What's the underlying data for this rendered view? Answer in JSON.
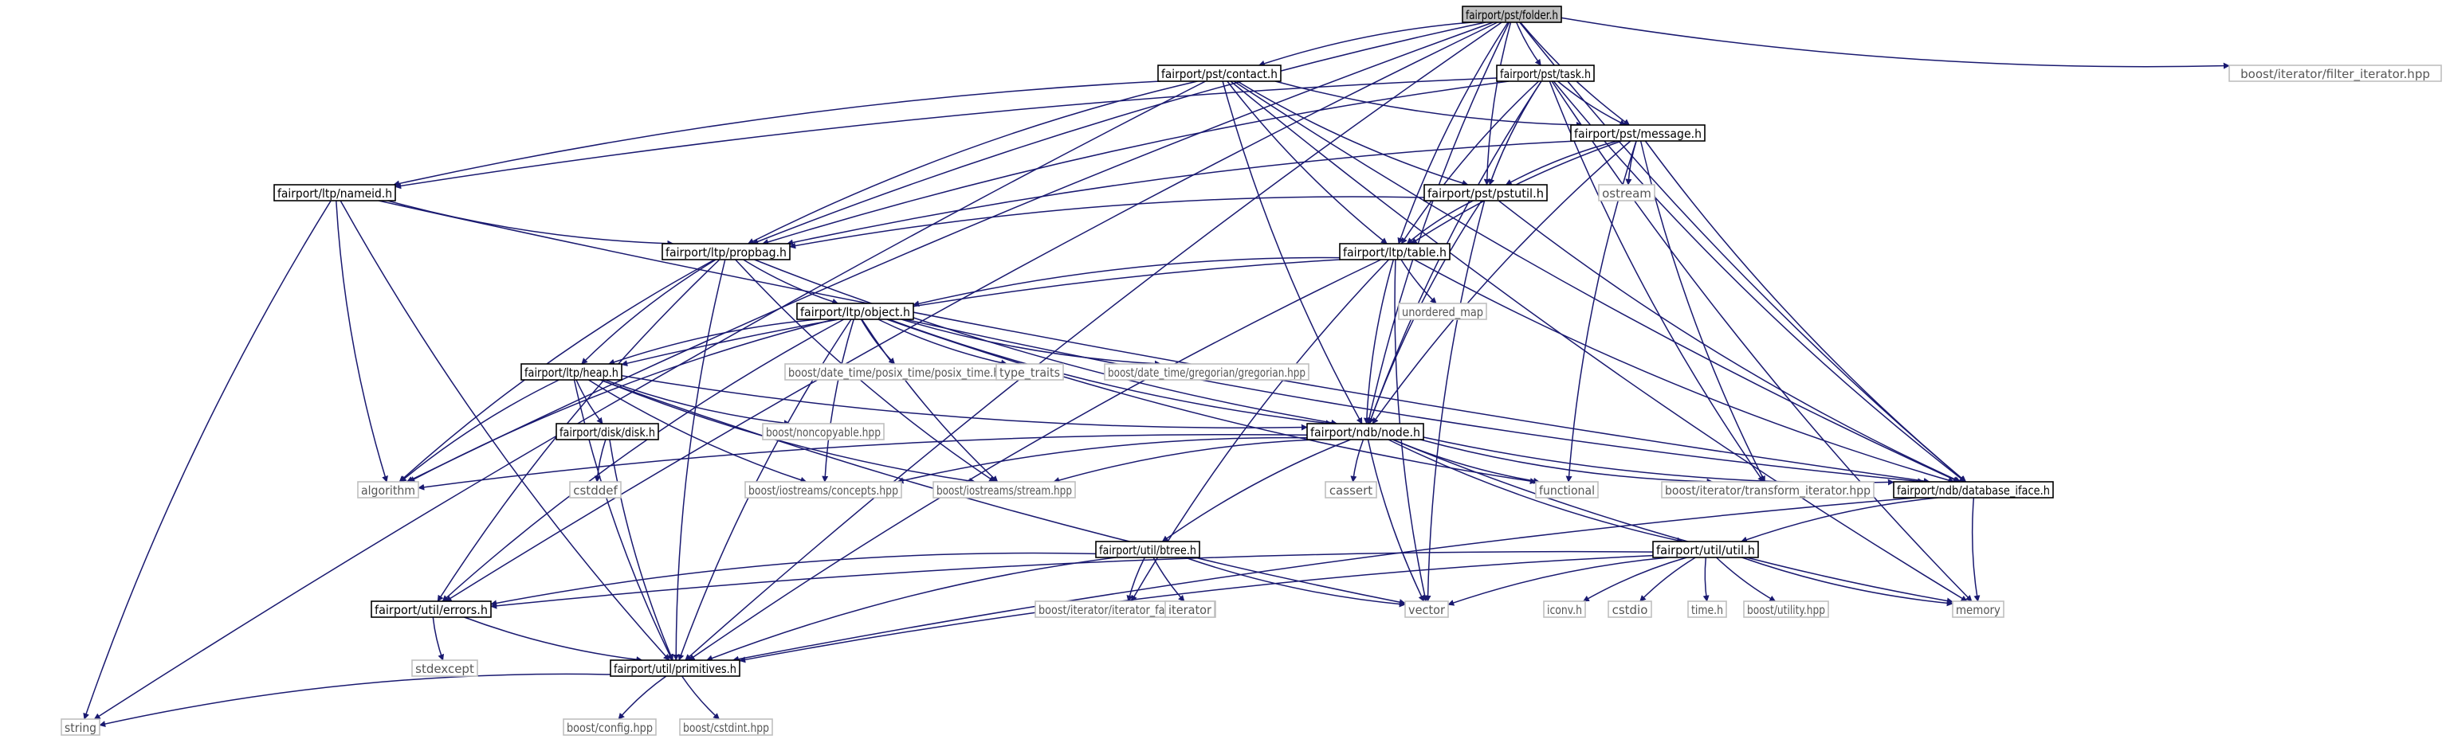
{
  "diagram": {
    "title": "fairport/pst/folder.h",
    "colors": {
      "edge": "#191970",
      "root_fill": "#bfbfbf",
      "node_border": "#000000",
      "external_border": "#bfbfbf",
      "external_text": "#555555",
      "text": "#000000"
    },
    "nodes": [
      {
        "id": "folder",
        "label": "fairport/pst/folder.h",
        "kind": "root"
      },
      {
        "id": "contact",
        "label": "fairport/pst/contact.h",
        "kind": "header"
      },
      {
        "id": "task",
        "label": "fairport/pst/task.h",
        "kind": "header"
      },
      {
        "id": "filter_it",
        "label": "boost/iterator/filter_iterator.hpp",
        "kind": "external"
      },
      {
        "id": "message",
        "label": "fairport/pst/message.h",
        "kind": "header"
      },
      {
        "id": "nameid",
        "label": "fairport/ltp/nameid.h",
        "kind": "header"
      },
      {
        "id": "pstutil",
        "label": "fairport/pst/pstutil.h",
        "kind": "header"
      },
      {
        "id": "ostream",
        "label": "ostream",
        "kind": "external"
      },
      {
        "id": "propbag",
        "label": "fairport/ltp/propbag.h",
        "kind": "header"
      },
      {
        "id": "table",
        "label": "fairport/ltp/table.h",
        "kind": "header"
      },
      {
        "id": "object",
        "label": "fairport/ltp/object.h",
        "kind": "header"
      },
      {
        "id": "unordered_map",
        "label": "unordered_map",
        "kind": "external"
      },
      {
        "id": "heap",
        "label": "fairport/ltp/heap.h",
        "kind": "header"
      },
      {
        "id": "posix_time",
        "label": "boost/date_time/posix_time/posix_time.hpp",
        "kind": "external"
      },
      {
        "id": "type_traits",
        "label": "type_traits",
        "kind": "external"
      },
      {
        "id": "gregorian",
        "label": "boost/date_time/gregorian/gregorian.hpp",
        "kind": "external"
      },
      {
        "id": "disk",
        "label": "fairport/disk/disk.h",
        "kind": "header"
      },
      {
        "id": "noncopyable",
        "label": "boost/noncopyable.hpp",
        "kind": "external"
      },
      {
        "id": "node",
        "label": "fairport/ndb/node.h",
        "kind": "header"
      },
      {
        "id": "algorithm",
        "label": "algorithm",
        "kind": "external"
      },
      {
        "id": "cstddef",
        "label": "cstddef",
        "kind": "external"
      },
      {
        "id": "concepts",
        "label": "boost/iostreams/concepts.hpp",
        "kind": "external"
      },
      {
        "id": "stream",
        "label": "boost/iostreams/stream.hpp",
        "kind": "external"
      },
      {
        "id": "cassert",
        "label": "cassert",
        "kind": "external"
      },
      {
        "id": "functional",
        "label": "functional",
        "kind": "external"
      },
      {
        "id": "transform_it",
        "label": "boost/iterator/transform_iterator.hpp",
        "kind": "external"
      },
      {
        "id": "db_iface",
        "label": "fairport/ndb/database_iface.h",
        "kind": "header"
      },
      {
        "id": "btree",
        "label": "fairport/util/btree.h",
        "kind": "header"
      },
      {
        "id": "util",
        "label": "fairport/util/util.h",
        "kind": "header"
      },
      {
        "id": "errors",
        "label": "fairport/util/errors.h",
        "kind": "header"
      },
      {
        "id": "iter_facade",
        "label": "boost/iterator/iterator_facade.hpp",
        "kind": "external"
      },
      {
        "id": "iterator",
        "label": "iterator",
        "kind": "external"
      },
      {
        "id": "vector",
        "label": "vector",
        "kind": "external"
      },
      {
        "id": "iconv",
        "label": "iconv.h",
        "kind": "external"
      },
      {
        "id": "cstdio",
        "label": "cstdio",
        "kind": "external"
      },
      {
        "id": "time_h",
        "label": "time.h",
        "kind": "external"
      },
      {
        "id": "utility",
        "label": "boost/utility.hpp",
        "kind": "external"
      },
      {
        "id": "memory",
        "label": "memory",
        "kind": "external"
      },
      {
        "id": "stdexcept",
        "label": "stdexcept",
        "kind": "external"
      },
      {
        "id": "primitives",
        "label": "fairport/util/primitives.h",
        "kind": "header"
      },
      {
        "id": "string",
        "label": "string",
        "kind": "external"
      },
      {
        "id": "config",
        "label": "boost/config.hpp",
        "kind": "external"
      },
      {
        "id": "cstdint",
        "label": "boost/cstdint.hpp",
        "kind": "external"
      }
    ],
    "edges": [
      [
        "folder",
        "contact"
      ],
      [
        "folder",
        "task"
      ],
      [
        "folder",
        "filter_it"
      ],
      [
        "folder",
        "message"
      ],
      [
        "folder",
        "pstutil"
      ],
      [
        "folder",
        "table"
      ],
      [
        "folder",
        "propbag"
      ],
      [
        "folder",
        "algorithm"
      ],
      [
        "folder",
        "errors"
      ],
      [
        "folder",
        "primitives"
      ],
      [
        "folder",
        "db_iface"
      ],
      [
        "folder",
        "node"
      ],
      [
        "contact",
        "message"
      ],
      [
        "contact",
        "pstutil"
      ],
      [
        "contact",
        "nameid"
      ],
      [
        "contact",
        "propbag"
      ],
      [
        "contact",
        "table"
      ],
      [
        "contact",
        "node"
      ],
      [
        "contact",
        "db_iface"
      ],
      [
        "contact",
        "memory"
      ],
      [
        "contact",
        "string"
      ],
      [
        "task",
        "message"
      ],
      [
        "task",
        "pstutil"
      ],
      [
        "task",
        "nameid"
      ],
      [
        "task",
        "table"
      ],
      [
        "task",
        "propbag"
      ],
      [
        "task",
        "node"
      ],
      [
        "task",
        "db_iface"
      ],
      [
        "task",
        "transform_it"
      ],
      [
        "task",
        "memory"
      ],
      [
        "message",
        "pstutil"
      ],
      [
        "message",
        "table"
      ],
      [
        "message",
        "propbag"
      ],
      [
        "message",
        "ostream"
      ],
      [
        "message",
        "node"
      ],
      [
        "message",
        "db_iface"
      ],
      [
        "message",
        "functional"
      ],
      [
        "message",
        "transform_it"
      ],
      [
        "nameid",
        "propbag"
      ],
      [
        "nameid",
        "db_iface"
      ],
      [
        "nameid",
        "algorithm"
      ],
      [
        "nameid",
        "string"
      ],
      [
        "nameid",
        "primitives"
      ],
      [
        "pstutil",
        "table"
      ],
      [
        "pstutil",
        "propbag"
      ],
      [
        "pstutil",
        "db_iface"
      ],
      [
        "pstutil",
        "node"
      ],
      [
        "pstutil",
        "vector"
      ],
      [
        "propbag",
        "object"
      ],
      [
        "propbag",
        "heap"
      ],
      [
        "propbag",
        "node"
      ],
      [
        "propbag",
        "algorithm"
      ],
      [
        "propbag",
        "errors"
      ],
      [
        "propbag",
        "primitives"
      ],
      [
        "propbag",
        "stream"
      ],
      [
        "table",
        "object"
      ],
      [
        "table",
        "heap"
      ],
      [
        "table",
        "unordered_map"
      ],
      [
        "table",
        "node"
      ],
      [
        "table",
        "db_iface"
      ],
      [
        "table",
        "iter_facade"
      ],
      [
        "table",
        "vector"
      ],
      [
        "table",
        "primitives"
      ],
      [
        "object",
        "heap"
      ],
      [
        "object",
        "posix_time"
      ],
      [
        "object",
        "type_traits"
      ],
      [
        "object",
        "gregorian"
      ],
      [
        "object",
        "node"
      ],
      [
        "object",
        "algorithm"
      ],
      [
        "object",
        "errors"
      ],
      [
        "object",
        "primitives"
      ],
      [
        "object",
        "concepts"
      ],
      [
        "object",
        "stream"
      ],
      [
        "object",
        "functional"
      ],
      [
        "object",
        "db_iface"
      ],
      [
        "heap",
        "disk"
      ],
      [
        "heap",
        "noncopyable"
      ],
      [
        "heap",
        "node"
      ],
      [
        "heap",
        "algorithm"
      ],
      [
        "heap",
        "concepts"
      ],
      [
        "heap",
        "stream"
      ],
      [
        "heap",
        "vector"
      ],
      [
        "heap",
        "primitives"
      ],
      [
        "disk",
        "cstddef"
      ],
      [
        "disk",
        "primitives"
      ],
      [
        "node",
        "algorithm"
      ],
      [
        "node",
        "concepts"
      ],
      [
        "node",
        "stream"
      ],
      [
        "node",
        "cassert"
      ],
      [
        "node",
        "functional"
      ],
      [
        "node",
        "transform_it"
      ],
      [
        "node",
        "db_iface"
      ],
      [
        "node",
        "btree"
      ],
      [
        "node",
        "util"
      ],
      [
        "node",
        "vector"
      ],
      [
        "node",
        "memory"
      ],
      [
        "db_iface",
        "util"
      ],
      [
        "db_iface",
        "memory"
      ],
      [
        "db_iface",
        "primitives"
      ],
      [
        "btree",
        "errors"
      ],
      [
        "btree",
        "iter_facade"
      ],
      [
        "btree",
        "iterator"
      ],
      [
        "btree",
        "vector"
      ],
      [
        "btree",
        "primitives"
      ],
      [
        "util",
        "errors"
      ],
      [
        "util",
        "vector"
      ],
      [
        "util",
        "iconv"
      ],
      [
        "util",
        "cstdio"
      ],
      [
        "util",
        "time_h"
      ],
      [
        "util",
        "utility"
      ],
      [
        "util",
        "memory"
      ],
      [
        "util",
        "primitives"
      ],
      [
        "errors",
        "stdexcept"
      ],
      [
        "errors",
        "primitives"
      ],
      [
        "primitives",
        "string"
      ],
      [
        "primitives",
        "config"
      ],
      [
        "primitives",
        "cstdint"
      ]
    ]
  }
}
